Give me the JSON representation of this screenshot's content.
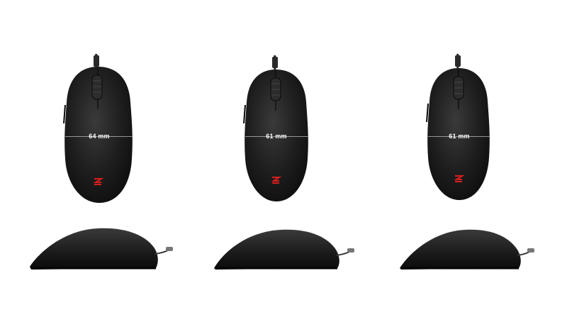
{
  "products": [
    {
      "width_label": "64 mm",
      "logo_color": "#d81e1e",
      "body_color": "#1b1b1b"
    },
    {
      "width_label": "61 mm",
      "logo_color": "#d81e1e",
      "body_color": "#1b1b1b"
    },
    {
      "width_label": "61 mm",
      "logo_color": "#d81e1e",
      "body_color": "#1b1b1b"
    }
  ]
}
